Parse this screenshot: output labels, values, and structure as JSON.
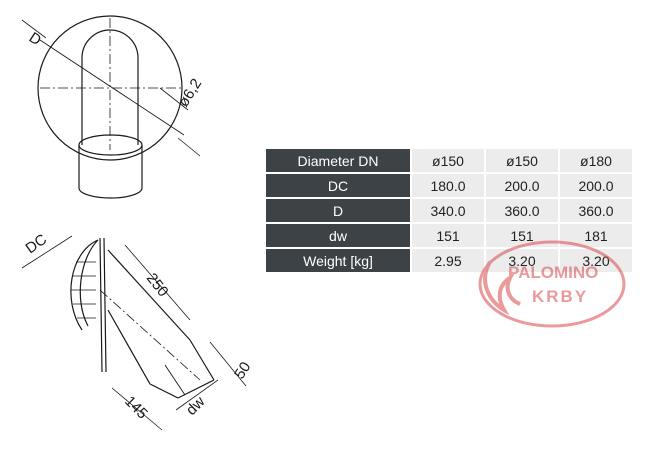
{
  "drawing": {
    "top_view": {
      "dimension_d": "D",
      "hole_label": "ø6,2"
    },
    "side_view": {
      "dimension_dc": "DC",
      "length": "250",
      "offset": "145",
      "height": "50",
      "dimension_dw": "dw"
    }
  },
  "table": {
    "rows": [
      {
        "label": "Diameter DN",
        "values": [
          "ø150",
          "ø150",
          "ø180"
        ]
      },
      {
        "label": "DC",
        "values": [
          "180.0",
          "200.0",
          "200.0"
        ]
      },
      {
        "label": "D",
        "values": [
          "340.0",
          "360.0",
          "360.0"
        ]
      },
      {
        "label": "dw",
        "values": [
          "151",
          "151",
          "181"
        ]
      },
      {
        "label": "Weight [kg]",
        "values": [
          "2.95",
          "3.20",
          "3.20"
        ]
      }
    ]
  },
  "watermark": {
    "line1": "PALOMINO",
    "line2": "KRBY",
    "color": "#d9484a"
  }
}
